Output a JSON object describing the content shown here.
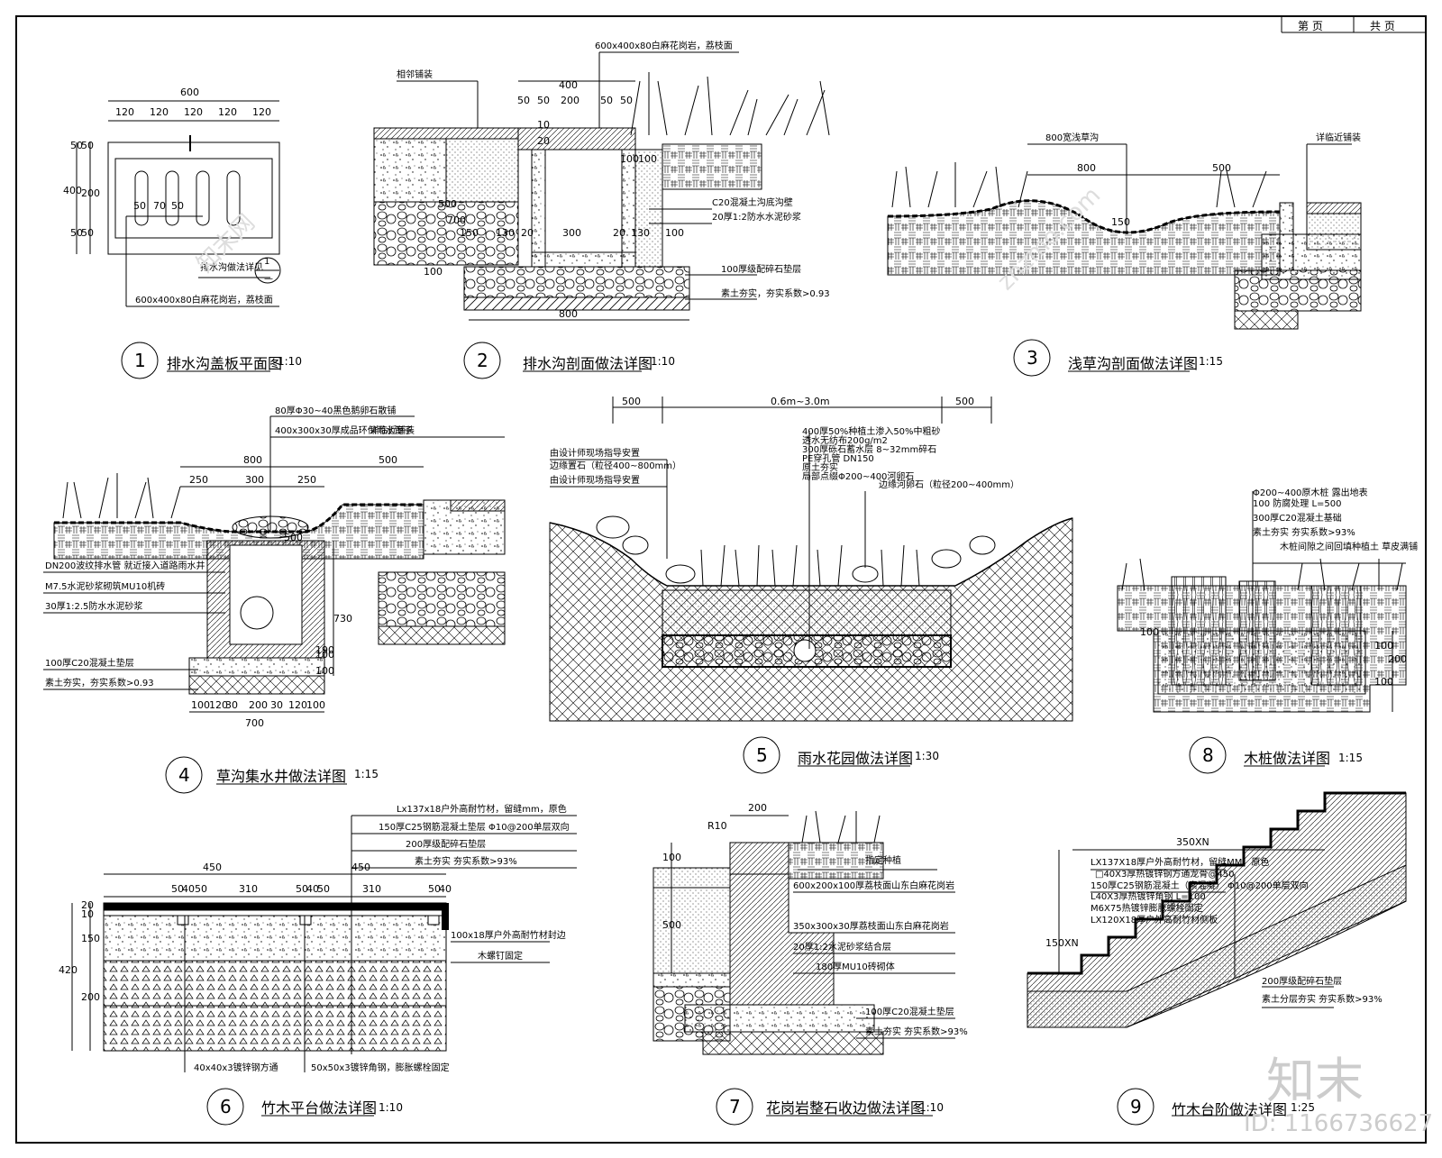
{
  "header": {
    "page_label": "第 页",
    "total_label": "共 页"
  },
  "details": [
    {
      "num": "1",
      "title": "排水沟盖板平面图",
      "scale": "1:10",
      "dims": [
        "600",
        "120",
        "120",
        "120",
        "120",
        "120",
        "50",
        "50",
        "400",
        "200",
        "50",
        "50",
        "50",
        "70",
        "50"
      ],
      "notes": [
        "排水沟做法详见",
        "600x400x80白麻花岗岩，荔枝面"
      ],
      "ref_num": "1",
      "ref_sub": "—"
    },
    {
      "num": "2",
      "title": "排水沟剖面做法详图",
      "scale": "1:10",
      "dims": [
        "400",
        "50",
        "50",
        "200",
        "50",
        "50",
        "10",
        "20",
        "500",
        "700",
        "100",
        "100",
        "150",
        "130",
        "20",
        "300",
        "20",
        "130",
        "100",
        "100",
        "800"
      ],
      "notes": [
        "相邻铺装",
        "600x400x80白麻花岗岩，荔枝面",
        "C20混凝土沟底沟壁",
        "20厚1:2防水水泥砂浆",
        "100厚级配碎石垫层",
        "素土夯实，夯实系数>0.93"
      ]
    },
    {
      "num": "3",
      "title": "浅草沟剖面做法详图",
      "scale": "1:15",
      "dims": [
        "800",
        "500",
        "150"
      ],
      "notes": [
        "800宽浅草沟",
        "详临近铺装"
      ]
    },
    {
      "num": "4",
      "title": "草沟集水井做法详图",
      "scale": "1:15",
      "dims": [
        "800",
        "250",
        "300",
        "250",
        "500",
        "500",
        "730",
        "100",
        "100",
        "190",
        "100",
        "120",
        "30",
        "200",
        "30",
        "120",
        "100",
        "700"
      ],
      "notes": [
        "80厚Φ30~40黑色鹅卵石散铺",
        "400x300x30厚成品环保雨水篦子",
        "详临近铺装",
        "DN200波纹排水管  就近接入道路雨水井",
        "M7.5水泥砂浆砌筑MU10机砖",
        "30厚1:2.5防水水泥砂浆",
        "100厚C20混凝土垫层",
        "素土夯实，夯实系数>0.93"
      ]
    },
    {
      "num": "5",
      "title": "雨水花园做法详图",
      "scale": "1:30",
      "dims": [
        "500",
        "0.6m~3.0m",
        "500"
      ],
      "notes": [
        "400厚50%种植土渗入50%中粗砂",
        "透水无纺布200g/m2",
        "300厚砾石蓄水层 8~32mm碎石",
        "PE穿孔管 DN150",
        "原土夯实",
        "局部点缀Φ200~400河卵石",
        "边缘河卵石（粒径200~400mm）",
        "由设计师现场指导安置",
        "边缘置石（粒径400~800mm）",
        "由设计师现场指导安置"
      ]
    },
    {
      "num": "6",
      "title": "竹木平台做法详图",
      "scale": "1:10",
      "dims": [
        "450",
        "450",
        "50",
        "40",
        "50",
        "310",
        "50",
        "40",
        "50",
        "310",
        "50",
        "40",
        "20",
        "10",
        "150",
        "420",
        "200"
      ],
      "notes": [
        "Lx137x18户外高耐竹材，留缝mm，原色",
        "150厚C25钢筋混凝土垫层 Φ10@200单层双向",
        "200厚级配碎石垫层",
        "素土夯实  夯实系数>93%",
        "100x18厚户外高耐竹材封边",
        "木螺钉固定",
        "40x40x3镀锌钢方通",
        "50x50x3镀锌角钢，膨胀螺栓固定"
      ]
    },
    {
      "num": "7",
      "title": "花岗岩整石收边做法详图",
      "scale": "1:10",
      "dims": [
        "200",
        "R10",
        "100",
        "500"
      ],
      "notes": [
        "指定种植",
        "600x200x100厚荔枝面山东白麻花岗岩",
        "350x300x30厚荔枝面山东白麻花岗岩",
        "20厚1:2水泥砂浆结合层",
        "180厚MU10砖砌体",
        "100厚C20混凝土垫层",
        "素土夯实  夯实系数>93%"
      ]
    },
    {
      "num": "8",
      "title": "木桩做法详图",
      "scale": "1:15",
      "dims": [
        "100",
        "200",
        "100",
        "100"
      ],
      "notes": [
        "Φ200~400原木桩  露出地表",
        "100  防腐处理 L=500",
        "300厚C20混凝土基础",
        "素土夯实  夯实系数>93%",
        "木桩间隙之间回填种植土  草皮满铺"
      ]
    },
    {
      "num": "9",
      "title": "竹木台阶做法详图",
      "scale": "1:25",
      "dims": [
        "350XN",
        "150XN"
      ],
      "notes": [
        "LX137X18厚户外高耐竹材，留缝MM，原色",
        "□40X3厚热镀锌钢方通龙骨@450",
        "150厚C25钢筋混凝土（素混凝） Φ10@200单层双向",
        "L40X3厚热镀锌角钢 L=100",
        "M6X75热镀锌膨胀螺栓固定",
        "LX120X18厚户外高耐竹材侧板",
        "200厚级配碎石垫层",
        "素土分层夯实  夯实系数>93%"
      ]
    }
  ],
  "watermark": {
    "logo": "知末",
    "id": "ID: 1166736627",
    "site": "znzmo.com",
    "brand": "知末网"
  },
  "colors": {
    "line": "#000000",
    "paper": "#ffffff",
    "watermark": "#cccccc"
  }
}
